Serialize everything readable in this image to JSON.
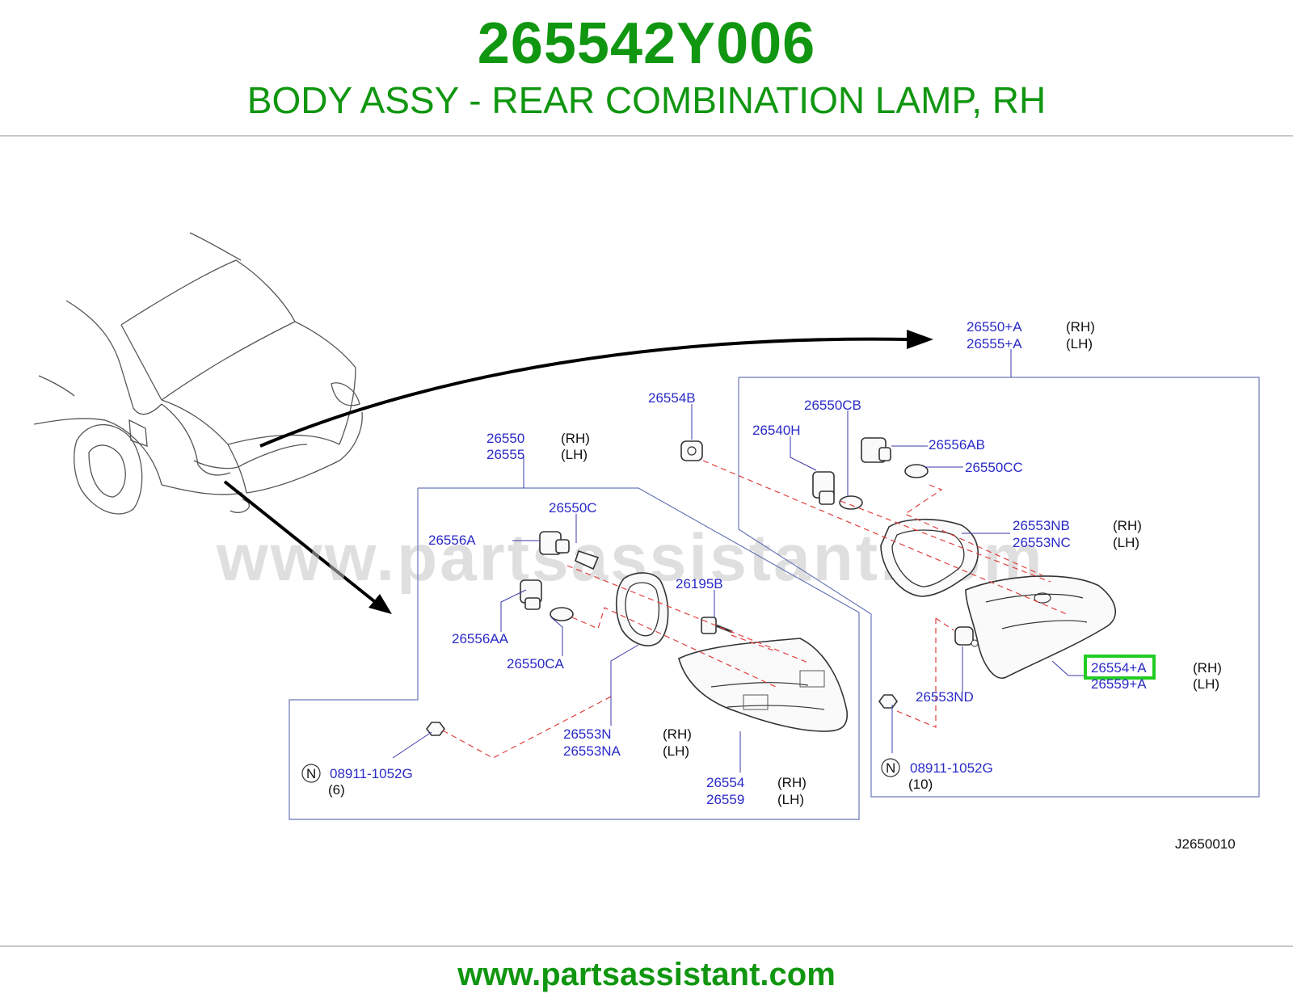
{
  "header": {
    "part_number": "265542Y006",
    "description": "BODY ASSY - REAR COMBINATION LAMP, RH"
  },
  "footer": {
    "url": "www.partsassistant.com"
  },
  "watermark": "www.partsassistant.com",
  "colors": {
    "brand_green": "#109610",
    "label_blue": "#2a2ac8",
    "highlight_green": "#22cc22"
  },
  "diagram": {
    "code": "J2650010",
    "labels": {
      "l_26550_A": "26550+A",
      "l_26555_A": "26555+A",
      "l_26554B": "26554B",
      "l_26550CB": "26550CB",
      "l_26540H": "26540H",
      "l_26556AB": "26556AB",
      "l_26550CC": "26550CC",
      "l_26550": "26550",
      "l_26555": "26555",
      "l_26550C": "26550C",
      "l_26556A": "26556A",
      "l_26195B": "26195B",
      "l_26556AA": "26556AA",
      "l_26550CA": "26550CA",
      "l_26553NB": "26553NB",
      "l_26553NC": "26553NC",
      "l_26554_A": "26554+A",
      "l_26559_A": "26559+A",
      "l_26553ND": "26553ND",
      "l_26553N": "26553N",
      "l_26553NA": "26553NA",
      "l_26554": "26554",
      "l_26559": "26559",
      "l_08911_left": "08911-1052G",
      "l_qty_left": "(6)",
      "l_08911_right": "08911-1052G",
      "l_qty_right": "(10)",
      "n_symbol": "N",
      "rh": "(RH)",
      "lh": "(LH)"
    }
  }
}
